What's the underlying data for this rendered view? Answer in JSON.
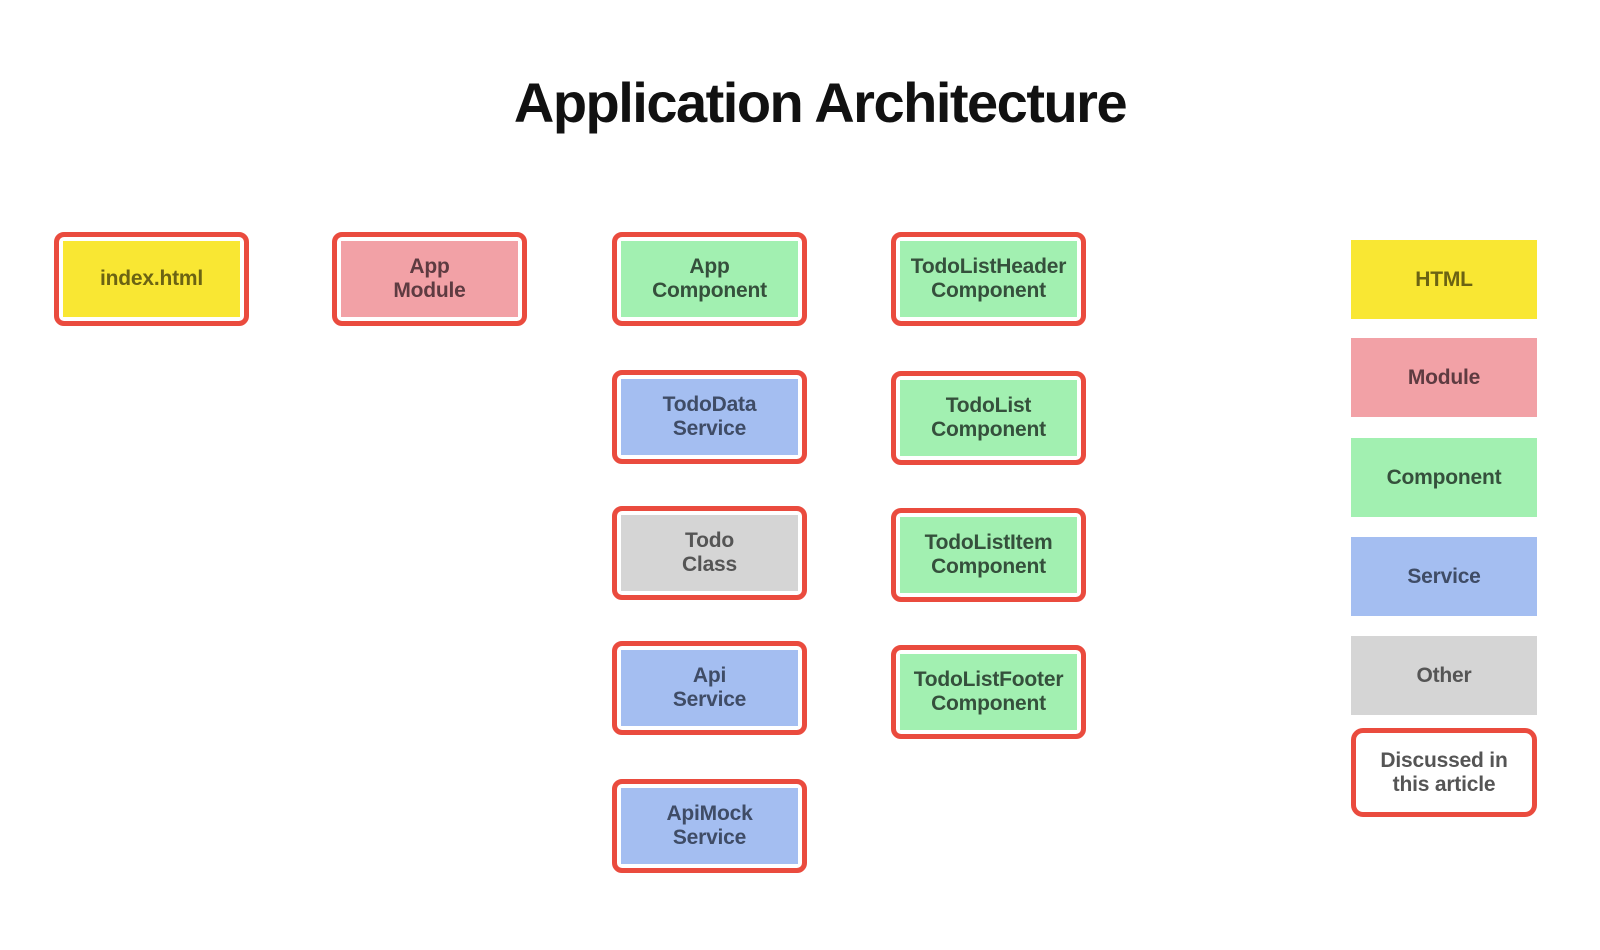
{
  "title": "Application Architecture",
  "diagram": {
    "boxes": [
      {
        "label": "index.html",
        "type": "html"
      },
      {
        "label": "App\nModule",
        "type": "module"
      },
      {
        "label": "App\nComponent",
        "type": "component"
      },
      {
        "label": "TodoData\nService",
        "type": "service"
      },
      {
        "label": "Todo\nClass",
        "type": "other"
      },
      {
        "label": "Api\nService",
        "type": "service"
      },
      {
        "label": "ApiMock\nService",
        "type": "service"
      },
      {
        "label": "TodoListHeader\nComponent",
        "type": "component"
      },
      {
        "label": "TodoList\nComponent",
        "type": "component"
      },
      {
        "label": "TodoListItem\nComponent",
        "type": "component"
      },
      {
        "label": "TodoListFooter\nComponent",
        "type": "component"
      }
    ]
  },
  "legend": {
    "items": [
      {
        "label": "HTML",
        "type": "html"
      },
      {
        "label": "Module",
        "type": "module"
      },
      {
        "label": "Component",
        "type": "component"
      },
      {
        "label": "Service",
        "type": "service"
      },
      {
        "label": "Other",
        "type": "other"
      }
    ],
    "discussed": "Discussed in\nthis article"
  },
  "colors": {
    "highlight_border": "#EA4B3E",
    "html_fill": "#F9E733",
    "module_fill": "#F2A1A6",
    "component_fill": "#A2F0B1",
    "service_fill": "#A4BEF1",
    "other_fill": "#D5D5D5",
    "title_text": "#111111"
  }
}
